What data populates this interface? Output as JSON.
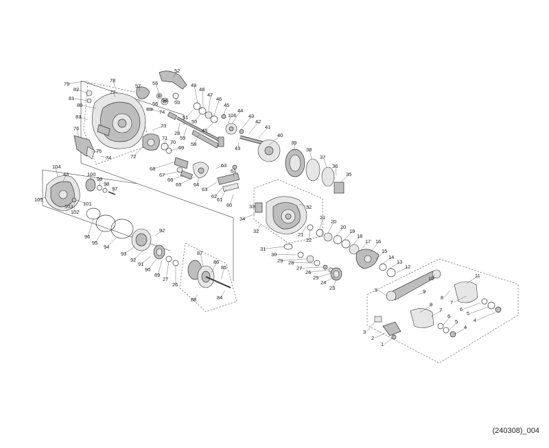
{
  "diagram": {
    "footer_code": "(240308)_004",
    "labels": {
      "l79": "79",
      "l82": "82",
      "l81": "81",
      "l80": "80",
      "l83": "83",
      "l78": "78",
      "l77": "77",
      "l76": "76",
      "l75": "75",
      "l74a": "74",
      "l74b": "74",
      "l73": "73",
      "l72": "72",
      "l71": "71",
      "l70": "70",
      "l69": "69",
      "l68": "68",
      "l67": "67",
      "l66": "66",
      "l65": "65",
      "l64": "64",
      "l63a": "63",
      "l63b": "63",
      "l62": "62",
      "l61a": "61",
      "l61b": "61",
      "l60": "60",
      "l57": "57",
      "l56": "56",
      "l55": "55",
      "l54": "54",
      "l53": "53",
      "l52": "52",
      "l51": "51",
      "l50": "50",
      "l49": "49",
      "l48": "48",
      "l47": "47",
      "l46": "46",
      "l45a": "45",
      "l45b": "45",
      "l44": "44",
      "l43a": "43",
      "l43b": "43",
      "l42": "42",
      "l41": "41",
      "l40": "40",
      "l39": "39",
      "l38": "38",
      "l37": "37",
      "l36": "36",
      "l35": "35",
      "l59": "59",
      "l58": "58",
      "l28": "28",
      "l106": "106",
      "l104": "104",
      "l43c": "43",
      "l105": "105",
      "l100": "100",
      "l99": "99",
      "l98": "98",
      "l97": "97",
      "l103": "103",
      "l102": "102",
      "l101": "101",
      "l96": "96",
      "l95": "95",
      "l94": "94",
      "l93": "93",
      "l92a": "92",
      "l92b": "92",
      "l91": "91",
      "l90": "90",
      "l89": "89",
      "l27a": "27",
      "l26a": "26",
      "l87": "87",
      "l86": "86",
      "l85": "85",
      "l84": "84",
      "l88": "88",
      "l33": "33",
      "l34": "34",
      "l32a": "32",
      "l32b": "32",
      "l31": "31",
      "l30": "30",
      "l29": "29",
      "l28b": "28",
      "l27b": "27",
      "l26b": "26",
      "l25": "25",
      "l24": "24",
      "l23": "23",
      "l22": "22",
      "l21a": "21",
      "l21b": "21",
      "l20a": "20",
      "l20b": "20",
      "l19": "19",
      "l18": "18",
      "l17": "17",
      "l16": "16",
      "l15": "15",
      "l14": "14",
      "l13": "13",
      "l12": "12",
      "l11": "11",
      "l10": "10",
      "l9a": "9",
      "l9b": "9",
      "l8a": "8",
      "l8b": "8",
      "l7a": "7",
      "l7b": "7",
      "l6a": "6",
      "l6b": "6",
      "l5a": "5",
      "l5b": "5",
      "l4a": "4",
      "l4b": "4",
      "l3": "3",
      "l2": "2",
      "l1": "1"
    }
  }
}
